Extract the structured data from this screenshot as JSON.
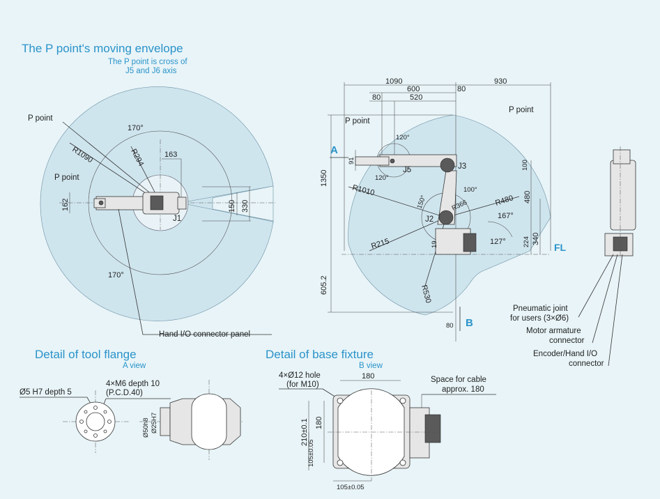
{
  "moving_envelope": {
    "title": "The P point's moving envelope",
    "note_line1": "The P point is cross of",
    "note_line2": "J5 and J6 axis",
    "top_view": {
      "p_point_1": "P point",
      "p_point_2": "P point",
      "angle_top": "170°",
      "angle_bottom": "170°",
      "r_outer": "R1090",
      "r_inner": "R294",
      "dim_163": "163",
      "dim_150": "150",
      "dim_330": "330",
      "dim_162": "162",
      "joint_j1": "J1",
      "hand_io": "Hand I/O connector panel"
    },
    "side_view": {
      "dim_1090": "1090",
      "dim_930": "930",
      "dim_600": "600",
      "dim_80a": "80",
      "dim_80b": "80",
      "dim_520": "520",
      "dim_1350": "1350",
      "dim_6052": "605.2",
      "dim_100": "100",
      "dim_480": "480",
      "dim_340": "340",
      "dim_224": "224",
      "dim_91": "91",
      "dim_19": "19",
      "dim_80c": "80",
      "p_point_a": "P point",
      "p_point_b": "P point",
      "angle_120a": "120°",
      "angle_120b": "120°",
      "angle_100": "100°",
      "angle_150": "150°",
      "angle_167": "167°",
      "angle_127": "127°",
      "r_1010": "R1010",
      "r_215": "R215",
      "r_530": "R530",
      "r_480": "R480",
      "r_366": "R366",
      "joint_j2": "J2",
      "joint_j3": "J3",
      "joint_j5": "J5",
      "view_a": "A",
      "view_b": "B",
      "fl": "FL"
    },
    "front_view": {
      "pneumatic_1": "Pneumatic joint",
      "pneumatic_2": "for users (3×Ø6)",
      "motor_1": "Motor armature",
      "motor_2": "connector",
      "encoder_1": "Encoder/Hand I/O",
      "encoder_2": "connector"
    }
  },
  "tool_flange": {
    "title": "Detail of tool flange",
    "view": "A view",
    "hole_label": "Ø5 H7 depth 5",
    "screw_label_1": "4×M6 depth 10",
    "screw_label_2": "(P.C.D.40)",
    "dim_50h8": "Ø50h8",
    "dim_25h7": "Ø25H7"
  },
  "base_fixture": {
    "title": "Detail of base fixture",
    "view": "B view",
    "hole_label_1": "4×Ø12 hole",
    "hole_label_2": "(for M10)",
    "dim_180_top": "180",
    "dim_180_side": "180",
    "dim_210": "210±0.1",
    "dim_105_v": "105±0.05",
    "dim_105_h": "105±0.05",
    "cable_1": "Space for cable",
    "cable_2": "approx. 180"
  }
}
